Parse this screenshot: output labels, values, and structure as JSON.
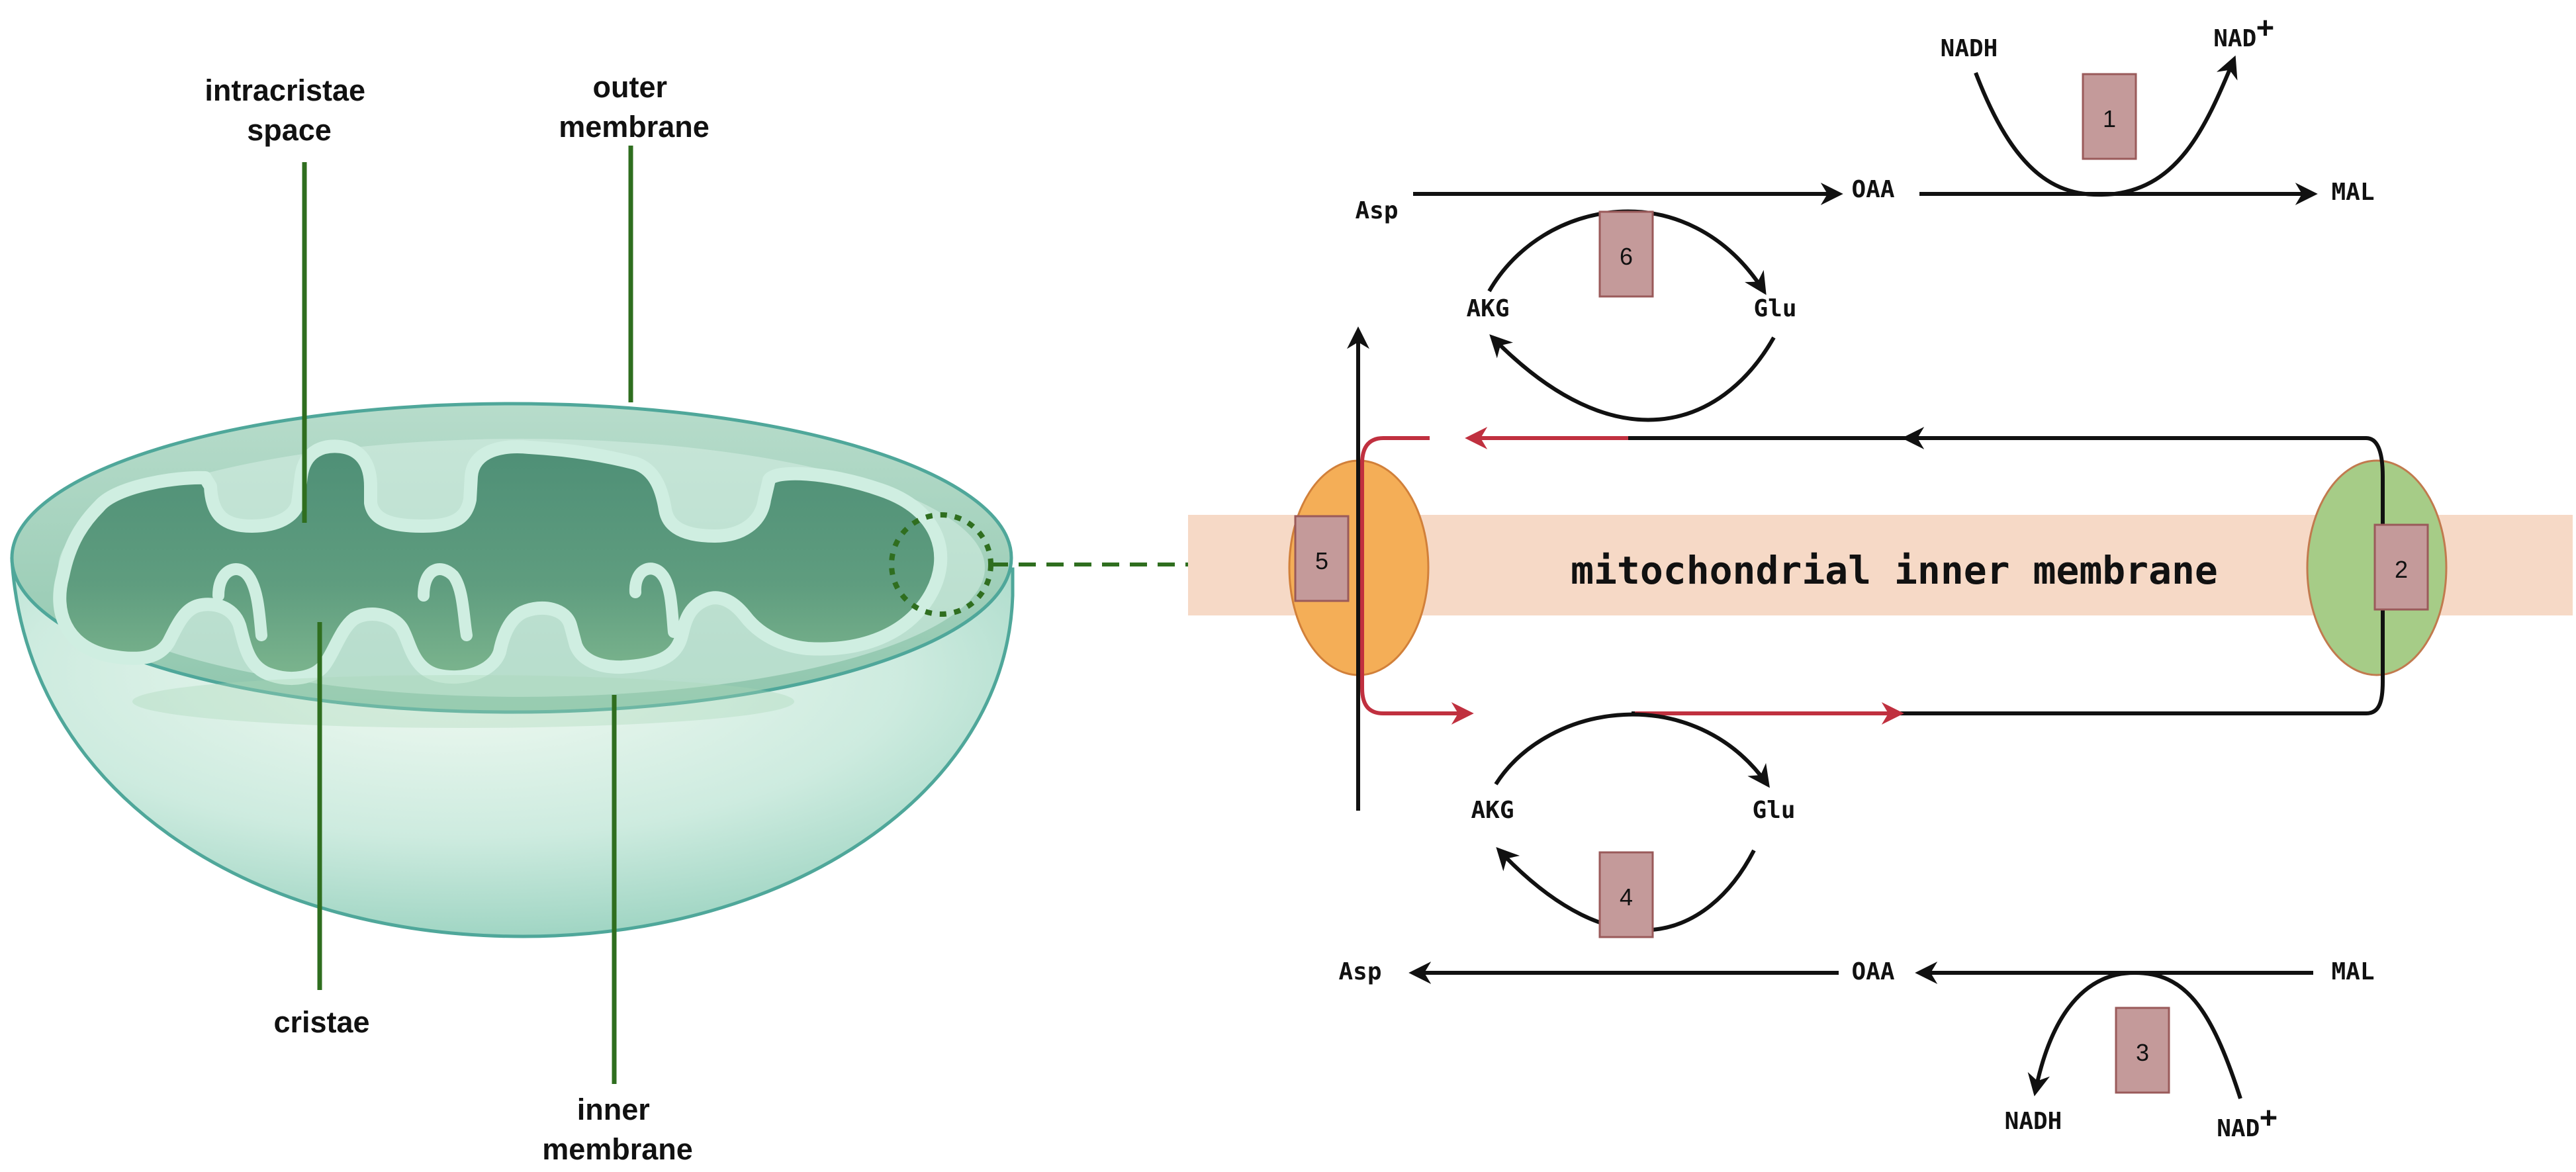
{
  "mito": {
    "intracristae": [
      "intracristae",
      "space"
    ],
    "outer": [
      "outer",
      "membrane"
    ],
    "cristae": "cristae",
    "inner": [
      "inner",
      "membrane"
    ]
  },
  "membrane_label": "mitochondrial inner membrane",
  "metabolites": {
    "nadh_top": "NADH",
    "nad_top": "NAD",
    "nad_top_sup": "+",
    "asp_top": "Asp",
    "oaa_top": "OAA",
    "mal_top": "MAL",
    "akg_top": "AKG",
    "glu_top": "Glu",
    "akg_bottom": "AKG",
    "glu_bottom": "Glu",
    "asp_bottom": "Asp",
    "oaa_bottom": "OAA",
    "mal_bottom": "MAL",
    "nadh_bottom": "NADH",
    "nad_bottom": "NAD",
    "nad_bottom_sup": "+"
  },
  "enzymes": [
    "1",
    "2",
    "3",
    "4",
    "5",
    "6"
  ],
  "colors": {
    "enzyme_box": "#c49a9a",
    "transporter_orange": "#f4ae57",
    "transporter_green": "#a6cc87",
    "membrane_band": "#f6d9c6",
    "red_arrow": "#c0303f",
    "label_line": "#2f6e1f"
  }
}
